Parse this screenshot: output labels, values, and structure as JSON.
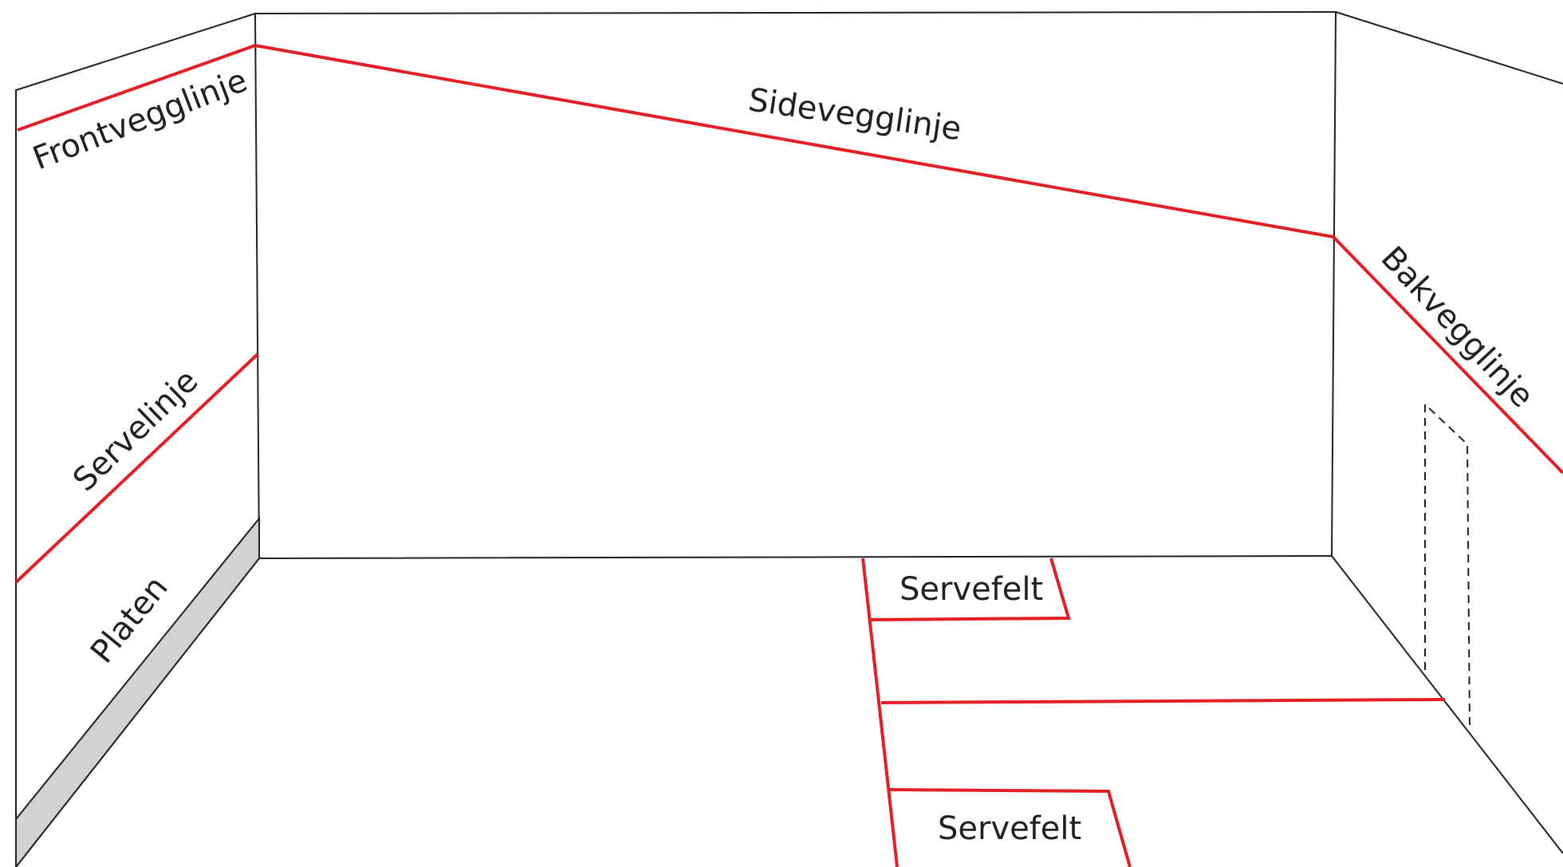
{
  "labels": {
    "front_wall_line": "Frontvegglinje",
    "side_wall_line": "Sidevegglinje",
    "back_wall_line": "Bakvegglinje",
    "service_line": "Servelinje",
    "tin": "Platen",
    "service_box_upper": "Servefelt",
    "service_box_lower": "Servefelt"
  },
  "colors": {
    "court_line": "#e31e24",
    "outline": "#231f20",
    "tin": "#d1d2d4",
    "background": "#ffffff"
  }
}
